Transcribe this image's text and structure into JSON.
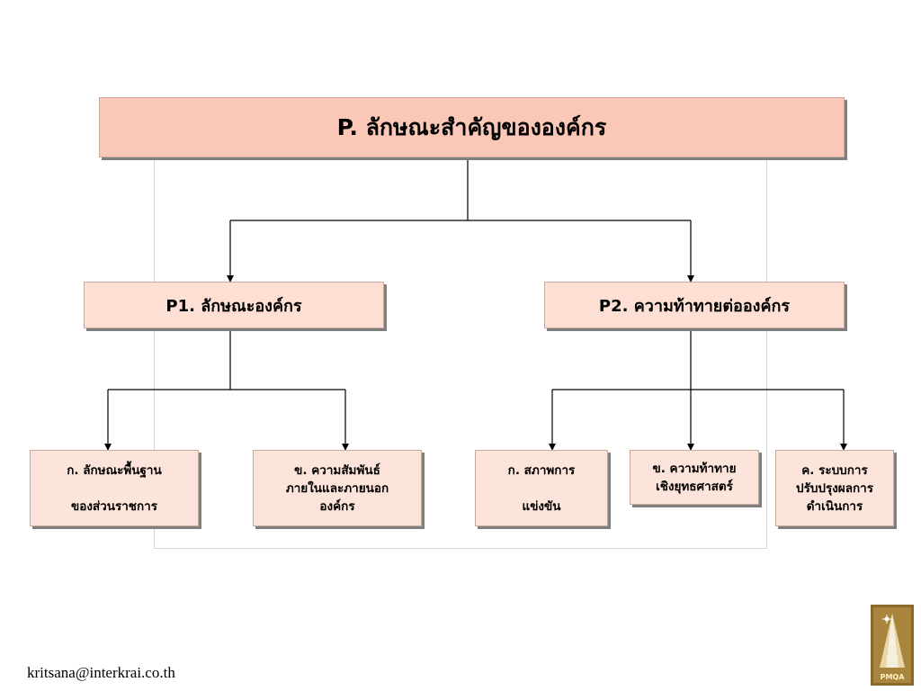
{
  "root": {
    "label": "P. ลักษณะสำคัญขององค์กร"
  },
  "branches": [
    {
      "label": "P1. ลักษณะองค์กร",
      "children": [
        {
          "lines": [
            "ก. ลักษณะพื้นฐาน",
            "ของส่วนราชการ"
          ]
        },
        {
          "lines": [
            "ข. ความสัมพันธ์",
            "ภายในและภายนอก",
            "องค์กร"
          ]
        }
      ]
    },
    {
      "label": "P2. ความท้าทายต่อองค์กร",
      "children": [
        {
          "lines": [
            "ก. สภาพการ",
            "แข่งขัน"
          ]
        },
        {
          "lines": [
            "ข. ความท้าทาย",
            "เชิงยุทธศาสตร์"
          ]
        },
        {
          "lines": [
            "ค. ระบบการ",
            "ปรับปรุงผลการ",
            "ดำเนินการ"
          ]
        }
      ]
    }
  ],
  "footer": {
    "email": "kritsana@interkrai.co.th"
  },
  "logo": {
    "text": "PMQA"
  },
  "colors": {
    "root_fill": "#fbc7b7",
    "branch_fill": "#fddfd4",
    "leaf_fill": "#fde4db",
    "shadow": "#7f7f7f"
  }
}
